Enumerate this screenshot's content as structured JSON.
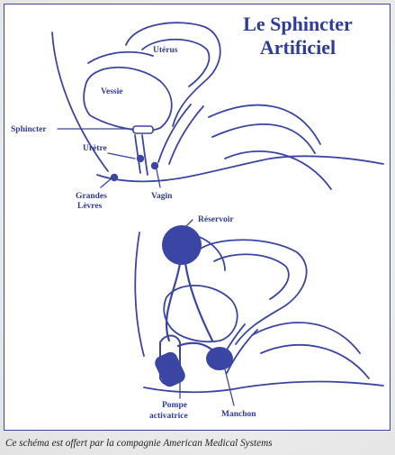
{
  "title": {
    "line1": "Le Sphincter",
    "line2": "Artificiel"
  },
  "top_labels": {
    "uterus": "Utérus",
    "vessie": "Vessie",
    "sphincter": "Sphincter",
    "uretre": "Urètre",
    "grandes": "Grandes",
    "levres": "Lèvres",
    "vagin": "Vagin"
  },
  "bottom_labels": {
    "reservoir": "Réservoir",
    "pompe": "Pompe",
    "activatrice": "activatrice",
    "manchon": "Manchon"
  },
  "caption": "Ce schéma est offert par la compagnie American Medical Systems",
  "colors": {
    "ink": "#2f3b9a",
    "fill": "#3b45a3"
  }
}
